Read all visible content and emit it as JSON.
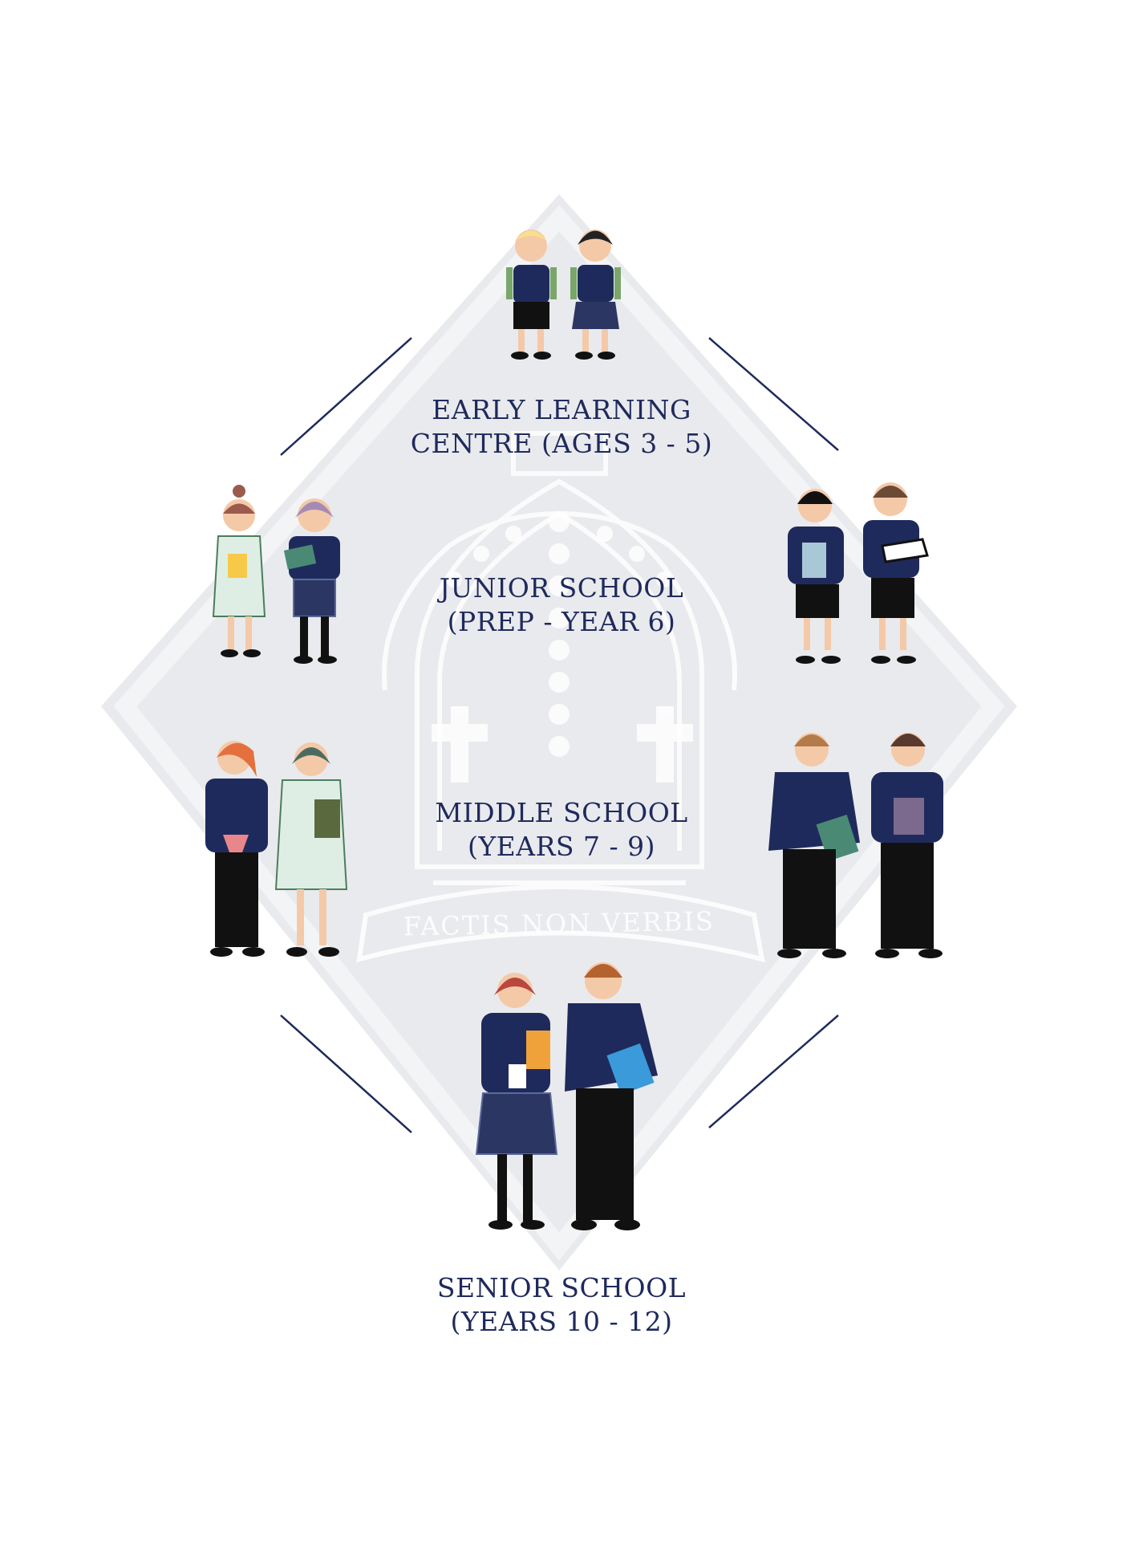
{
  "motto": "FACTIS NON VERBIS",
  "stages": [
    {
      "id": "early-learning",
      "line1": "EARLY LEARNING",
      "line2": "CENTRE (AGES 3 - 5)"
    },
    {
      "id": "junior-school",
      "line1": "JUNIOR SCHOOL",
      "line2": "(PREP - YEAR 6)"
    },
    {
      "id": "middle-school",
      "line1": "MIDDLE SCHOOL",
      "line2": "(YEARS 7 - 9)"
    },
    {
      "id": "senior-school",
      "line1": "SENIOR SCHOOL",
      "line2": "(YEARS 10 - 12)"
    }
  ],
  "figures": [
    {
      "group": "early-learning-students",
      "students": [
        "boy-shorts-backpack",
        "girl-skirt-backpack"
      ]
    },
    {
      "group": "junior-left-students",
      "students": [
        "girl-check-dress-book",
        "girl-tartan-skirt-book"
      ]
    },
    {
      "group": "junior-right-students",
      "students": [
        "boy-shorts-book",
        "boy-shorts-reading"
      ]
    },
    {
      "group": "middle-left-students",
      "students": [
        "girl-blazer-trousers",
        "girl-check-dress-book"
      ]
    },
    {
      "group": "middle-right-students",
      "students": [
        "boy-blazer-folder",
        "boy-jumper-books"
      ]
    },
    {
      "group": "senior-students",
      "students": [
        "girl-blazer-tartan-skirt",
        "boy-blazer-folder"
      ]
    }
  ],
  "colors": {
    "navy": "#1f2a5c",
    "diamond": "#e9eaed",
    "diamond_outline": "#f1f2f4",
    "crest": "#ffffff"
  }
}
